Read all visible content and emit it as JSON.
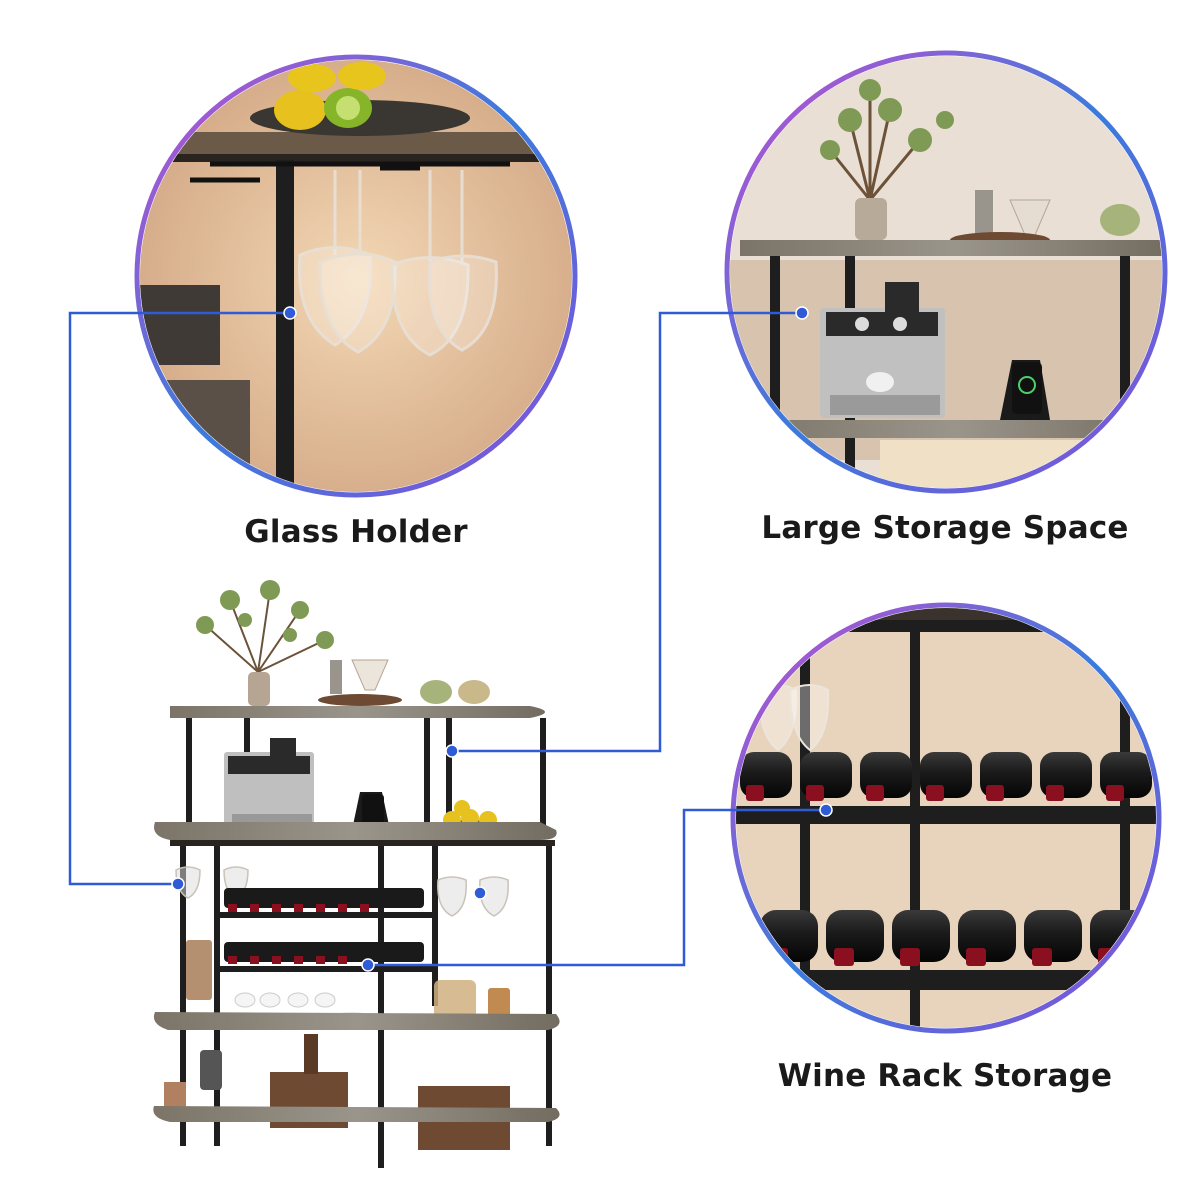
{
  "features": {
    "glass_holder": {
      "label": "Glass Holder"
    },
    "large_storage": {
      "label": "Large Storage Space"
    },
    "wine_rack": {
      "label": "Wine Rack Storage"
    }
  },
  "colors": {
    "callout_line": "#2f5bd6",
    "ring_gradient": [
      "#8a4fd8",
      "#3a7bdc",
      "#c64ccf"
    ],
    "frame_black": "#1e1e1e",
    "wood_grey": "#8c8a82",
    "wine_red": "#8a1020",
    "warm_light": "#e8c9a5"
  }
}
